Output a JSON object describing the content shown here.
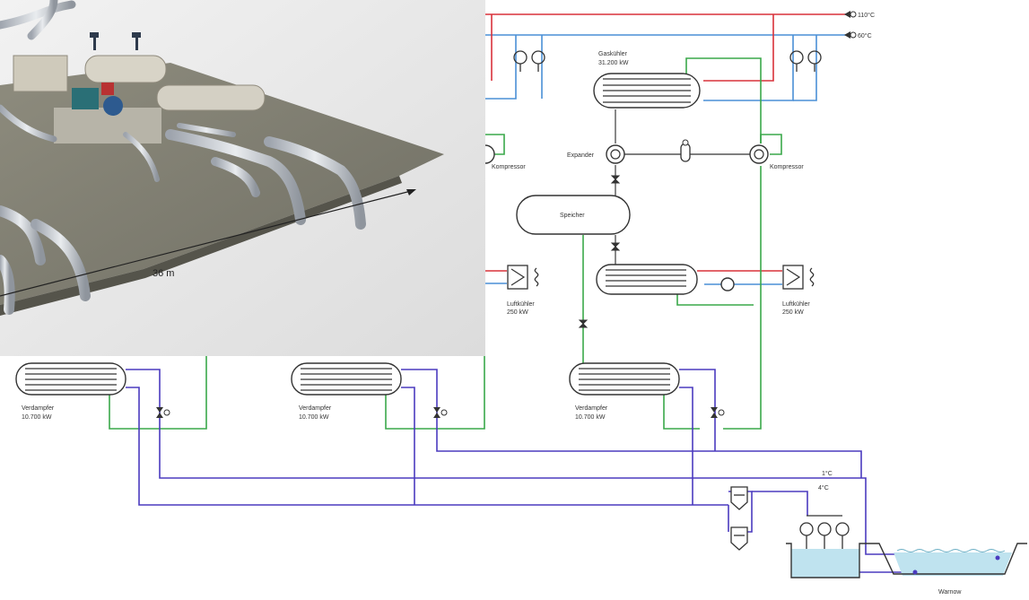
{
  "render": {
    "dimension_label": "36 m"
  },
  "labels": {
    "temp_hot": "110°C",
    "temp_return": "60°C",
    "gaskuehler": "Gaskühler",
    "gaskuehler_power": "31.200 kW",
    "expander": "Expander",
    "kompressor_right": "Kompressor",
    "kompressor_left": "Kompressor",
    "speicher": "Speicher",
    "luftkuehler_left": "Luftkühler",
    "luftkuehler_left_power": "250 kW",
    "luftkuehler_right": "Luftkühler",
    "luftkuehler_right_power": "250 kW",
    "verdampfer_1": "Verdampfer",
    "verdampfer_1_power": "10.700 kW",
    "verdampfer_2": "Verdampfer",
    "verdampfer_2_power": "10.700 kW",
    "verdampfer_3": "Verdampfer",
    "verdampfer_3_power": "10.700 kW",
    "temp_water_1": "1°C",
    "temp_water_2": "4°C",
    "warnow": "Warnow"
  },
  "colors": {
    "hot_line": "#d9323a",
    "cold_line": "#4a8fd6",
    "co2_line": "#3aa84a",
    "brine_line": "#4b3bbf",
    "equipment": "#333333",
    "water_fill": "#bfe3ef"
  }
}
